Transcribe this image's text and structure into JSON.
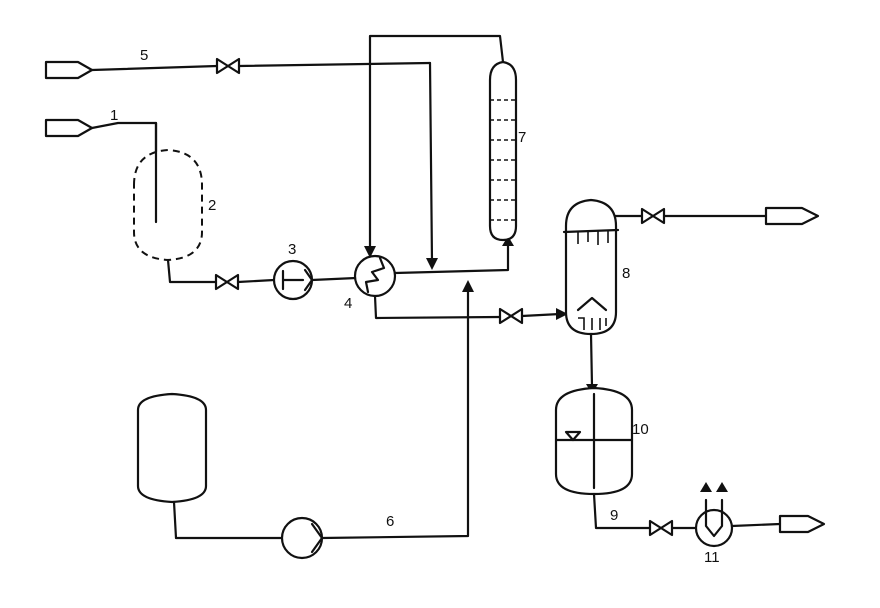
{
  "diagram": {
    "labels": {
      "stream_1": "1",
      "tank_2": "2",
      "pump_3": "3",
      "heat_exchanger_4": "4",
      "stream_5": "5",
      "stream_6": "6",
      "column_7": "7",
      "vessel_8": "8",
      "stream_9": "9",
      "separator_10": "10",
      "cooler_11": "11"
    }
  }
}
